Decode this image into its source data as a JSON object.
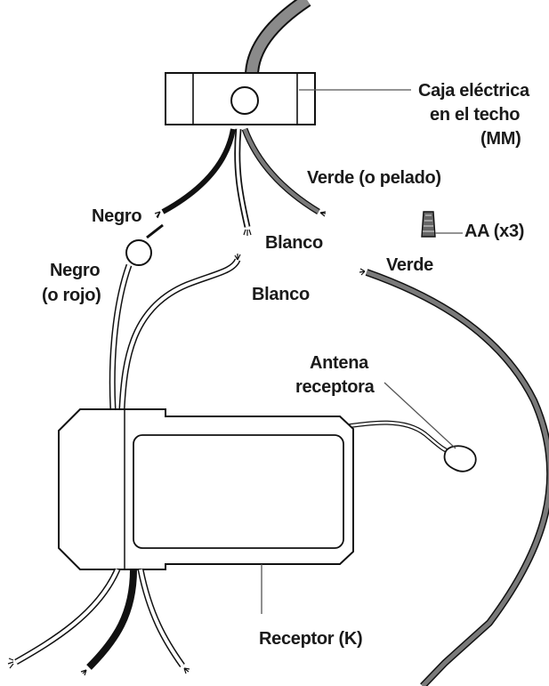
{
  "labels": {
    "caja_line1": "Caja eléctrica",
    "caja_line2": "en el techo",
    "caja_line3": "(MM)",
    "verde_pelado": "Verde (o pelado)",
    "negro": "Negro",
    "blanco_top": "Blanco",
    "aa": "AA (x3)",
    "negro_rojo_line1": "Negro",
    "negro_rojo_line2": "(o rojo)",
    "blanco_bottom": "Blanco",
    "verde": "Verde",
    "antena_line1": "Antena",
    "antena_line2": "receptora",
    "receptor": "Receptor (K)"
  },
  "colors": {
    "ink": "#1a1a1a",
    "gray_wire": "#6e6e6e",
    "outline": "#111111",
    "fill": "#ffffff"
  }
}
